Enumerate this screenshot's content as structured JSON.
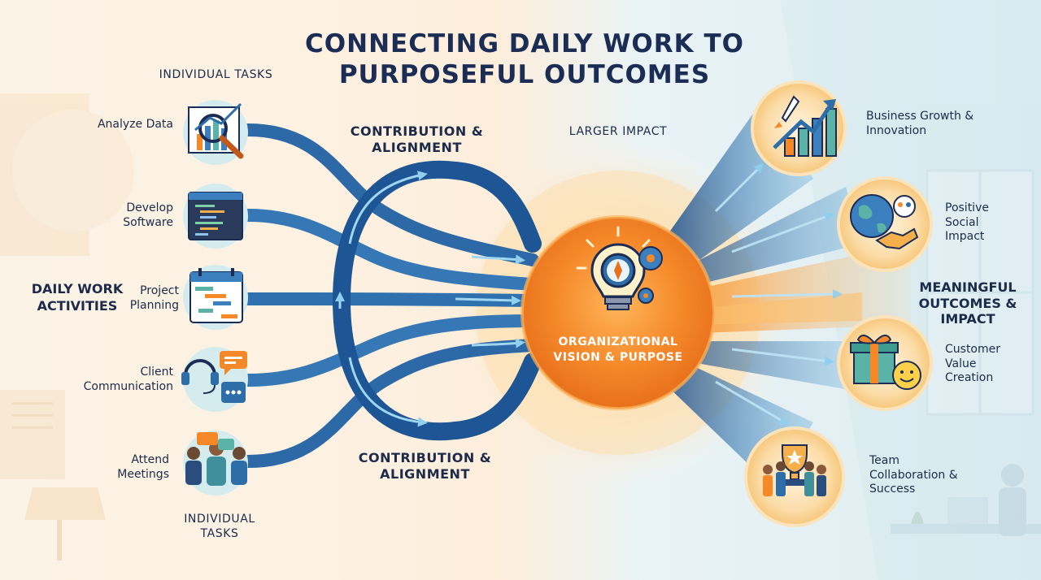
{
  "title": "CONNECTING DAILY WORK TO PURPOSEFUL OUTCOMES",
  "labels": {
    "individual_tasks_top": "INDIVIDUAL TASKS",
    "individual_tasks_bottom": "INDIVIDUAL TASKS",
    "contribution_top": "CONTRIBUTION & ALIGNMENT",
    "contribution_bottom": "CONTRIBUTION & ALIGNMENT",
    "larger_impact": "LARGER IMPACT",
    "daily_work": "DAILY WORK ACTIVITIES",
    "meaningful": "MEANINGFUL OUTCOMES & IMPACT",
    "hub": "ORGANIZATIONAL VISION & PURPOSE"
  },
  "tasks": [
    {
      "label": "Analyze Data",
      "icon": "analyze-data-icon"
    },
    {
      "label": "Develop Software",
      "icon": "code-window-icon"
    },
    {
      "label": "Project Planning",
      "icon": "calendar-gantt-icon"
    },
    {
      "label": "Client Communication",
      "icon": "headset-chat-icon"
    },
    {
      "label": "Attend Meetings",
      "icon": "meeting-people-icon"
    }
  ],
  "outcomes": [
    {
      "label": "Business Growth & Innovation",
      "icon": "rocket-growth-icon"
    },
    {
      "label": "Positive Social Impact",
      "icon": "globe-handshake-icon"
    },
    {
      "label": "Customer Value Creation",
      "icon": "gift-smile-icon"
    },
    {
      "label": "Team Collaboration & Success",
      "icon": "trophy-team-icon"
    }
  ],
  "hub_icon": "lightbulb-compass-gear-icon",
  "colors": {
    "navy": "#1b2d55",
    "flow_blue": "#2e6ea8",
    "flow_light": "#6fb3dc",
    "hub_orange": "#f08a2c",
    "hub_glow": "#fbd9a6",
    "icon_bg": "#d8eef0",
    "outcome_bg": "#fbd79c"
  }
}
